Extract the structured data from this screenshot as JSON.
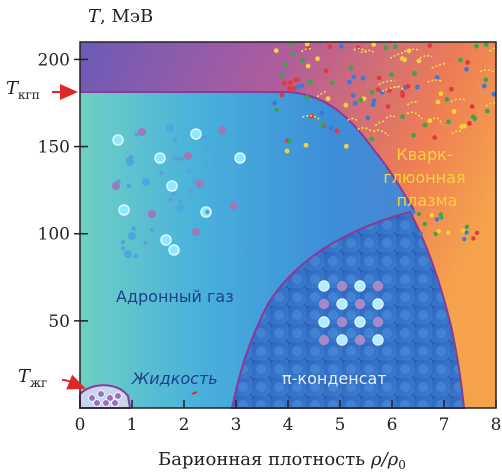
{
  "diagram": {
    "y_axis": {
      "label_var": "T",
      "label_unit": ", МэВ",
      "ticks": [
        "200",
        "150",
        "100",
        "50"
      ],
      "tick_values": [
        200,
        150,
        100,
        50
      ]
    },
    "x_axis": {
      "label": "Барионная плотность",
      "label_rho": "ρ/ρ",
      "label_sub": "0",
      "ticks": [
        "0",
        "1",
        "2",
        "3",
        "4",
        "5",
        "6",
        "7",
        "8"
      ],
      "tick_values": [
        0,
        1,
        2,
        3,
        4,
        5,
        6,
        7,
        8
      ]
    },
    "markers": {
      "t_qgp": {
        "var": "T",
        "sub": "кгп",
        "value": 178
      },
      "t_lg": {
        "var": "T",
        "sub": "жг",
        "value": 13
      }
    },
    "regions": {
      "qgp_line1": "Кварк-",
      "qgp_line2": "глюонная",
      "qgp_line3": "плазма",
      "hadron_gas": "Адронный газ",
      "liquid": "Жидкость",
      "pi_condensate": "π-конденсат"
    },
    "colors": {
      "qgp_orange": "#f08a4a",
      "qgp_purple": "#7a56b0",
      "hadron_blue": "#3aa0d8",
      "hadron_teal": "#5cc6c8",
      "condensate_blue": "#2d6ec0",
      "boundary": "#8a3a9a",
      "arrow_red": "#e0282a",
      "label_yellow": "#f6d23a",
      "label_navy": "#1f3f8a"
    }
  }
}
